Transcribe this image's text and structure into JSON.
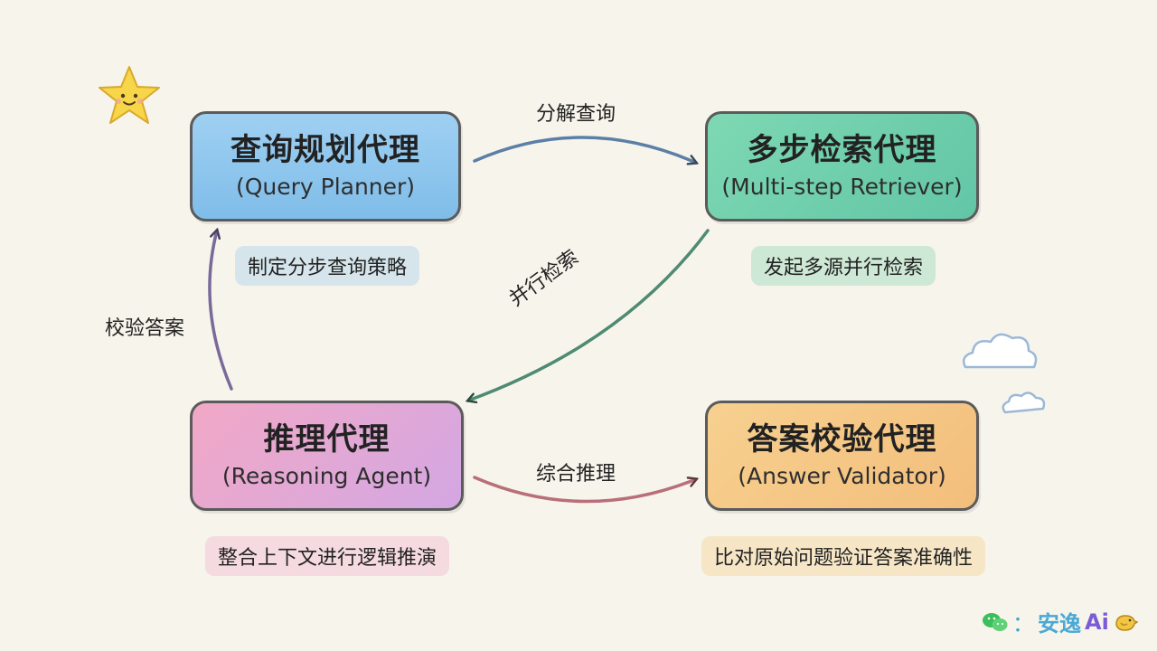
{
  "nodes": {
    "query_planner": {
      "title": "查询规划代理",
      "subtitle": "(Query Planner)",
      "caption": "制定分步查询策略",
      "color": "#8cc6ee"
    },
    "multi_step_retriever": {
      "title": "多步检索代理",
      "subtitle": "(Multi-step Retriever)",
      "caption": "发起多源并行检索",
      "color": "#6fcfae"
    },
    "reasoning_agent": {
      "title": "推理代理",
      "subtitle": "(Reasoning Agent)",
      "caption": "整合上下文进行逻辑推演",
      "color": "#e8a8d6"
    },
    "answer_validator": {
      "title": "答案校验代理",
      "subtitle": "(Answer Validator)",
      "caption": "比对原始问题验证答案准确性",
      "color": "#f5c884"
    }
  },
  "edges": {
    "decompose": "分解查询",
    "parallel_retrieval": "并行检索",
    "validate": "校验答案",
    "integrate": "综合推理"
  },
  "watermark": {
    "separator": "：",
    "brand": "安逸",
    "suffix": "Ai"
  },
  "decorations": {
    "star_icon": "smiling-star-icon",
    "cloud_icon": "cloud-icon",
    "wechat_icon": "wechat-icon",
    "bird_icon": "bird-icon"
  }
}
